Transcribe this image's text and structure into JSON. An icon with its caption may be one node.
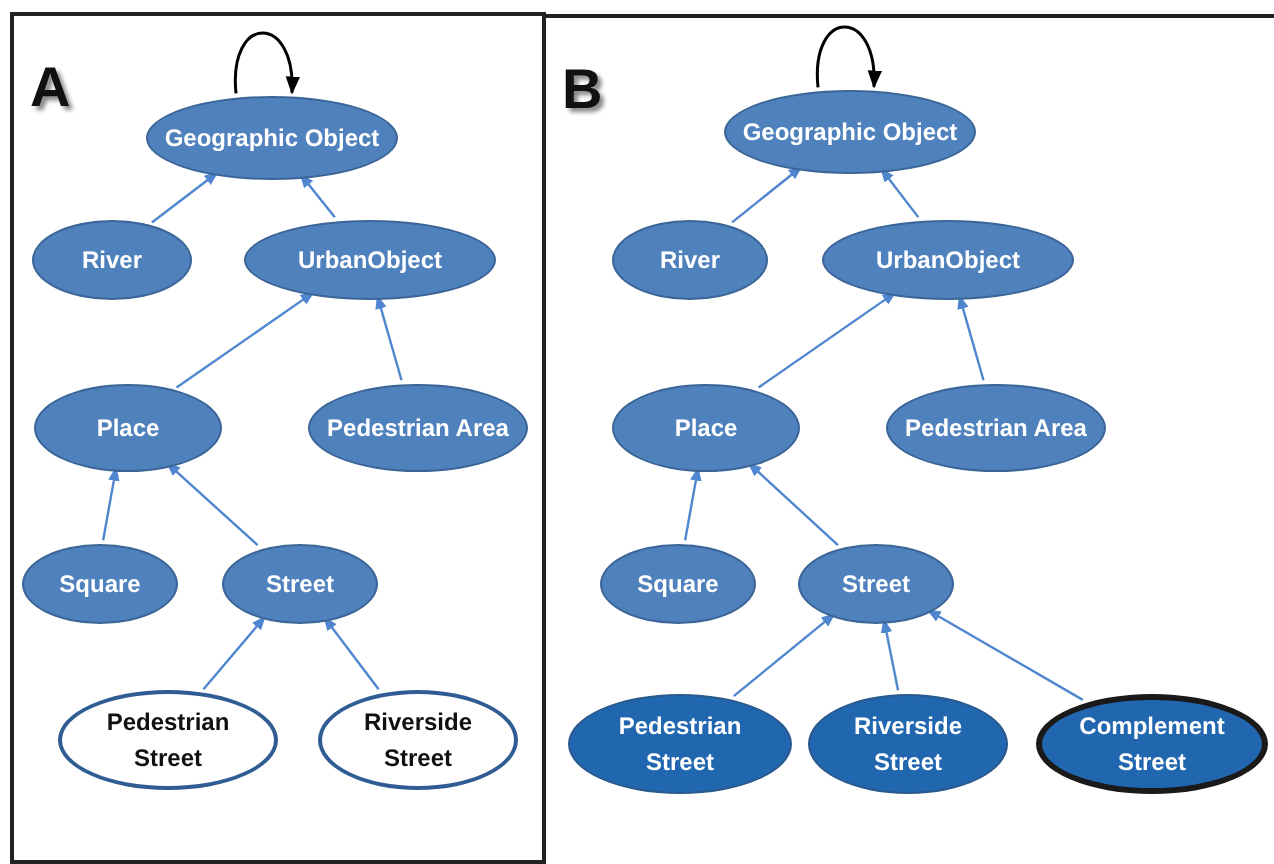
{
  "diagram": {
    "nodes": [
      {
        "text": [
          "A"
        ]
      },
      {
        "text": [
          "Geographic Object"
        ],
        "in": 0
      },
      {
        "text": [
          "River"
        ],
        "in": 0
      },
      {
        "text": [
          "UrbanObject"
        ],
        "in": 0
      },
      {
        "text": [
          "Place"
        ],
        "in": 0
      },
      {
        "text": [
          "Pedestrian Area"
        ],
        "in": 0
      },
      {
        "text": [
          "Square"
        ],
        "in": 0
      },
      {
        "text": [
          "Street"
        ],
        "in": 0
      },
      {
        "text": [
          "Pedestrian Street"
        ],
        "in": 0
      },
      {
        "text": [
          "Riverside Street"
        ],
        "in": 0
      },
      {
        "text": [
          "B"
        ]
      },
      {
        "text": [
          "Geographic Object"
        ],
        "in": 10
      },
      {
        "text": [
          "River"
        ],
        "in": 10
      },
      {
        "text": [
          "UrbanObject"
        ],
        "in": 10
      },
      {
        "text": [
          "Place"
        ],
        "in": 10
      },
      {
        "text": [
          "Pedestrian Area"
        ],
        "in": 10
      },
      {
        "text": [
          "Square"
        ],
        "in": 10
      },
      {
        "text": [
          "Street"
        ],
        "in": 10
      },
      {
        "text": [
          "Pedestrian Street"
        ],
        "in": 10
      },
      {
        "text": [
          "Riverside Street"
        ],
        "in": 10
      },
      {
        "text": [
          "Complement Street"
        ],
        "in": 10
      }
    ],
    "edges": [
      {
        "from": 1,
        "to": 1,
        "arrow": "to",
        "color": "#000000"
      },
      {
        "from": 2,
        "to": 1,
        "arrow": "to"
      },
      {
        "from": 3,
        "to": 1,
        "arrow": "to"
      },
      {
        "from": 4,
        "to": 3,
        "arrow": "to"
      },
      {
        "from": 5,
        "to": 3,
        "arrow": "to"
      },
      {
        "from": 6,
        "to": 4,
        "arrow": "to"
      },
      {
        "from": 7,
        "to": 4,
        "arrow": "to"
      },
      {
        "from": 8,
        "to": 7,
        "arrow": "to"
      },
      {
        "from": 9,
        "to": 7,
        "arrow": "to"
      },
      {
        "from": 11,
        "to": 11,
        "arrow": "to",
        "color": "#000000"
      },
      {
        "from": 12,
        "to": 11,
        "arrow": "to"
      },
      {
        "from": 13,
        "to": 11,
        "arrow": "to"
      },
      {
        "from": 14,
        "to": 13,
        "arrow": "to"
      },
      {
        "from": 15,
        "to": 13,
        "arrow": "to"
      },
      {
        "from": 16,
        "to": 14,
        "arrow": "to"
      },
      {
        "from": 17,
        "to": 14,
        "arrow": "to"
      },
      {
        "from": 18,
        "to": 17,
        "arrow": "to"
      },
      {
        "from": 19,
        "to": 17,
        "arrow": "to"
      },
      {
        "from": 20,
        "to": 17,
        "arrow": "to"
      }
    ]
  }
}
